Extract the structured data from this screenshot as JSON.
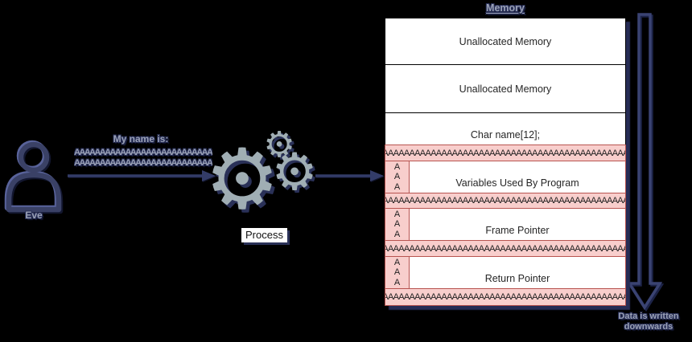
{
  "diagram": {
    "background": "#000000",
    "actor": {
      "name": "Eve"
    },
    "message": {
      "caption": "My name is:",
      "payload_lines": [
        "AAAAAAAAAAAAAAAAAAAAAAAAAAAAAA",
        "AAAAAAAAAAAAAAAAAAAAAAAAAAAAAA"
      ]
    },
    "process": {
      "label": "Process"
    },
    "memory": {
      "title": "Memory",
      "rows": [
        {
          "kind": "plain",
          "label": "Unallocated Memory"
        },
        {
          "kind": "plain",
          "label": "Unallocated Memory"
        },
        {
          "kind": "plain",
          "label": "Char name[12];"
        },
        {
          "kind": "overflow",
          "text": "AAAAAAAAAAAAAAAAAAAAAAAAAAAAAAAAAAAAAAAAAAAAAA"
        },
        {
          "kind": "split",
          "cells": [
            "A",
            "A",
            "A"
          ],
          "label": "Variables Used By Program"
        },
        {
          "kind": "overflow",
          "text": "AAAAAAAAAAAAAAAAAAAAAAAAAAAAAAAAAAAAAAAAAAAAAA"
        },
        {
          "kind": "split",
          "cells": [
            "A",
            "A",
            "A"
          ],
          "label": "Frame Pointer"
        },
        {
          "kind": "overflow",
          "text": "AAAAAAAAAAAAAAAAAAAAAAAAAAAAAAAAAAAAAAAAAAAAAA"
        },
        {
          "kind": "split",
          "cells": [
            "A",
            "A",
            "A"
          ],
          "label": "Return Pointer"
        },
        {
          "kind": "overflow",
          "text": "AAAAAAAAAAAAAAAAAAAAAAAAAAAAAAAAAAAAAAAAAAAAAA"
        }
      ]
    },
    "flow_note": {
      "line1": "Data is written",
      "line2": "downwards"
    },
    "icons": {
      "gear": "⚙",
      "person": "person-outline-icon",
      "down_arrow": "data-flow-down-arrow"
    },
    "colors": {
      "overflow_fill": "#f8cecc",
      "overflow_border": "#b85450",
      "shadow_navy": "#262c55",
      "gear_gray": "#a0aeb4",
      "label_gray": "#9aa1b6",
      "cell_white": "#ffffff"
    }
  }
}
